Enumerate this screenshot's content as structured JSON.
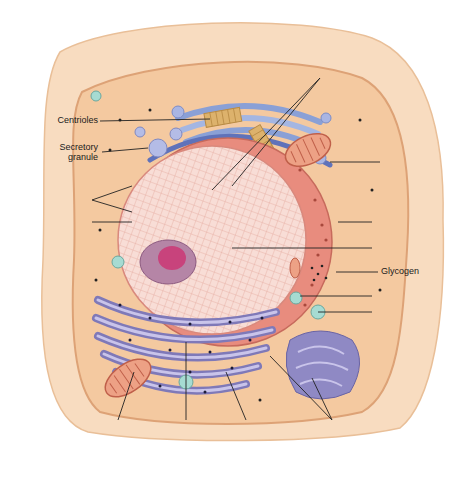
{
  "diagram": {
    "labels": [
      "Centrioles",
      "Secretory granule",
      "Glycogen"
    ]
  }
}
